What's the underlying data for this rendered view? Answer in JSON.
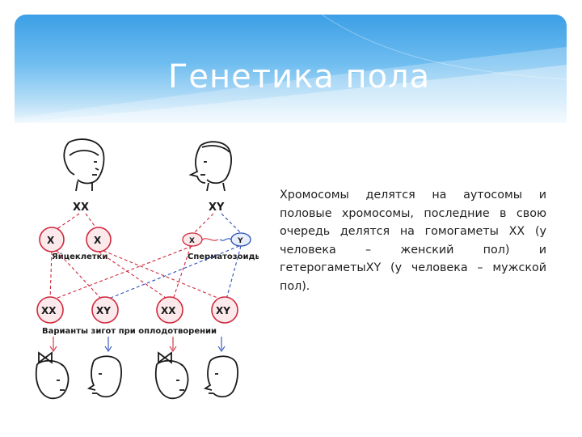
{
  "slide": {
    "title": "Генетика пола",
    "body": "Хромосомы делятся на аутосомы и половые хромосомы, последние в свою очередь делятся на гомогаметы XX (у человека – женский пол) и гетерогаметыXY (у человека – мужской пол)."
  },
  "diagram": {
    "parent_female_genotype": "XX",
    "parent_male_genotype": "XY",
    "egg_cells": [
      "X",
      "X"
    ],
    "egg_cells_label": "Яйцеклетки",
    "sperm_cells": [
      "X",
      "Y"
    ],
    "sperm_cells_label": "Сперматозоиды",
    "zygotes": [
      "XX",
      "XY",
      "XX",
      "XY"
    ],
    "zygotes_label": "Варианты зигот при оплодотворении",
    "colors": {
      "red_lines": "#d0283c",
      "blue_lines": "#2a4fb8",
      "circles": "#d0283c"
    }
  }
}
